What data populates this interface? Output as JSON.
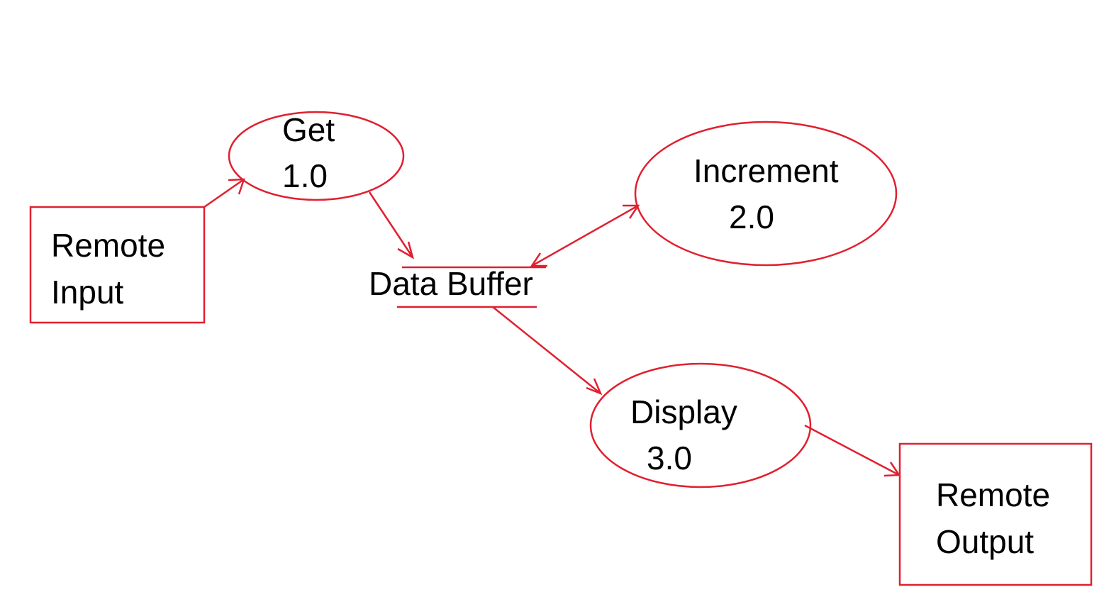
{
  "theme": {
    "stroke_color": "#e02030",
    "text_color": "#000000",
    "background": "#ffffff"
  },
  "nodes": {
    "remote_input": {
      "kind": "external-entity",
      "line1": "Remote",
      "line2": "Input"
    },
    "get_process": {
      "kind": "process",
      "line1": "Get",
      "line2": "1.0"
    },
    "data_buffer": {
      "kind": "data-store",
      "label": "Data Buffer"
    },
    "increment_process": {
      "kind": "process",
      "line1": "Increment",
      "line2": "2.0"
    },
    "display_process": {
      "kind": "process",
      "line1": "Display",
      "line2": "3.0"
    },
    "remote_output": {
      "kind": "external-entity",
      "line1": "Remote",
      "line2": "Output"
    }
  },
  "flows": [
    {
      "from": "Remote Input",
      "to": "Get 1.0",
      "direction": "one-way"
    },
    {
      "from": "Get 1.0",
      "to": "Data Buffer",
      "direction": "one-way"
    },
    {
      "from": "Data Buffer",
      "to": "Increment 2.0",
      "direction": "two-way"
    },
    {
      "from": "Data Buffer",
      "to": "Display 3.0",
      "direction": "one-way"
    },
    {
      "from": "Display 3.0",
      "to": "Remote Output",
      "direction": "one-way"
    }
  ]
}
